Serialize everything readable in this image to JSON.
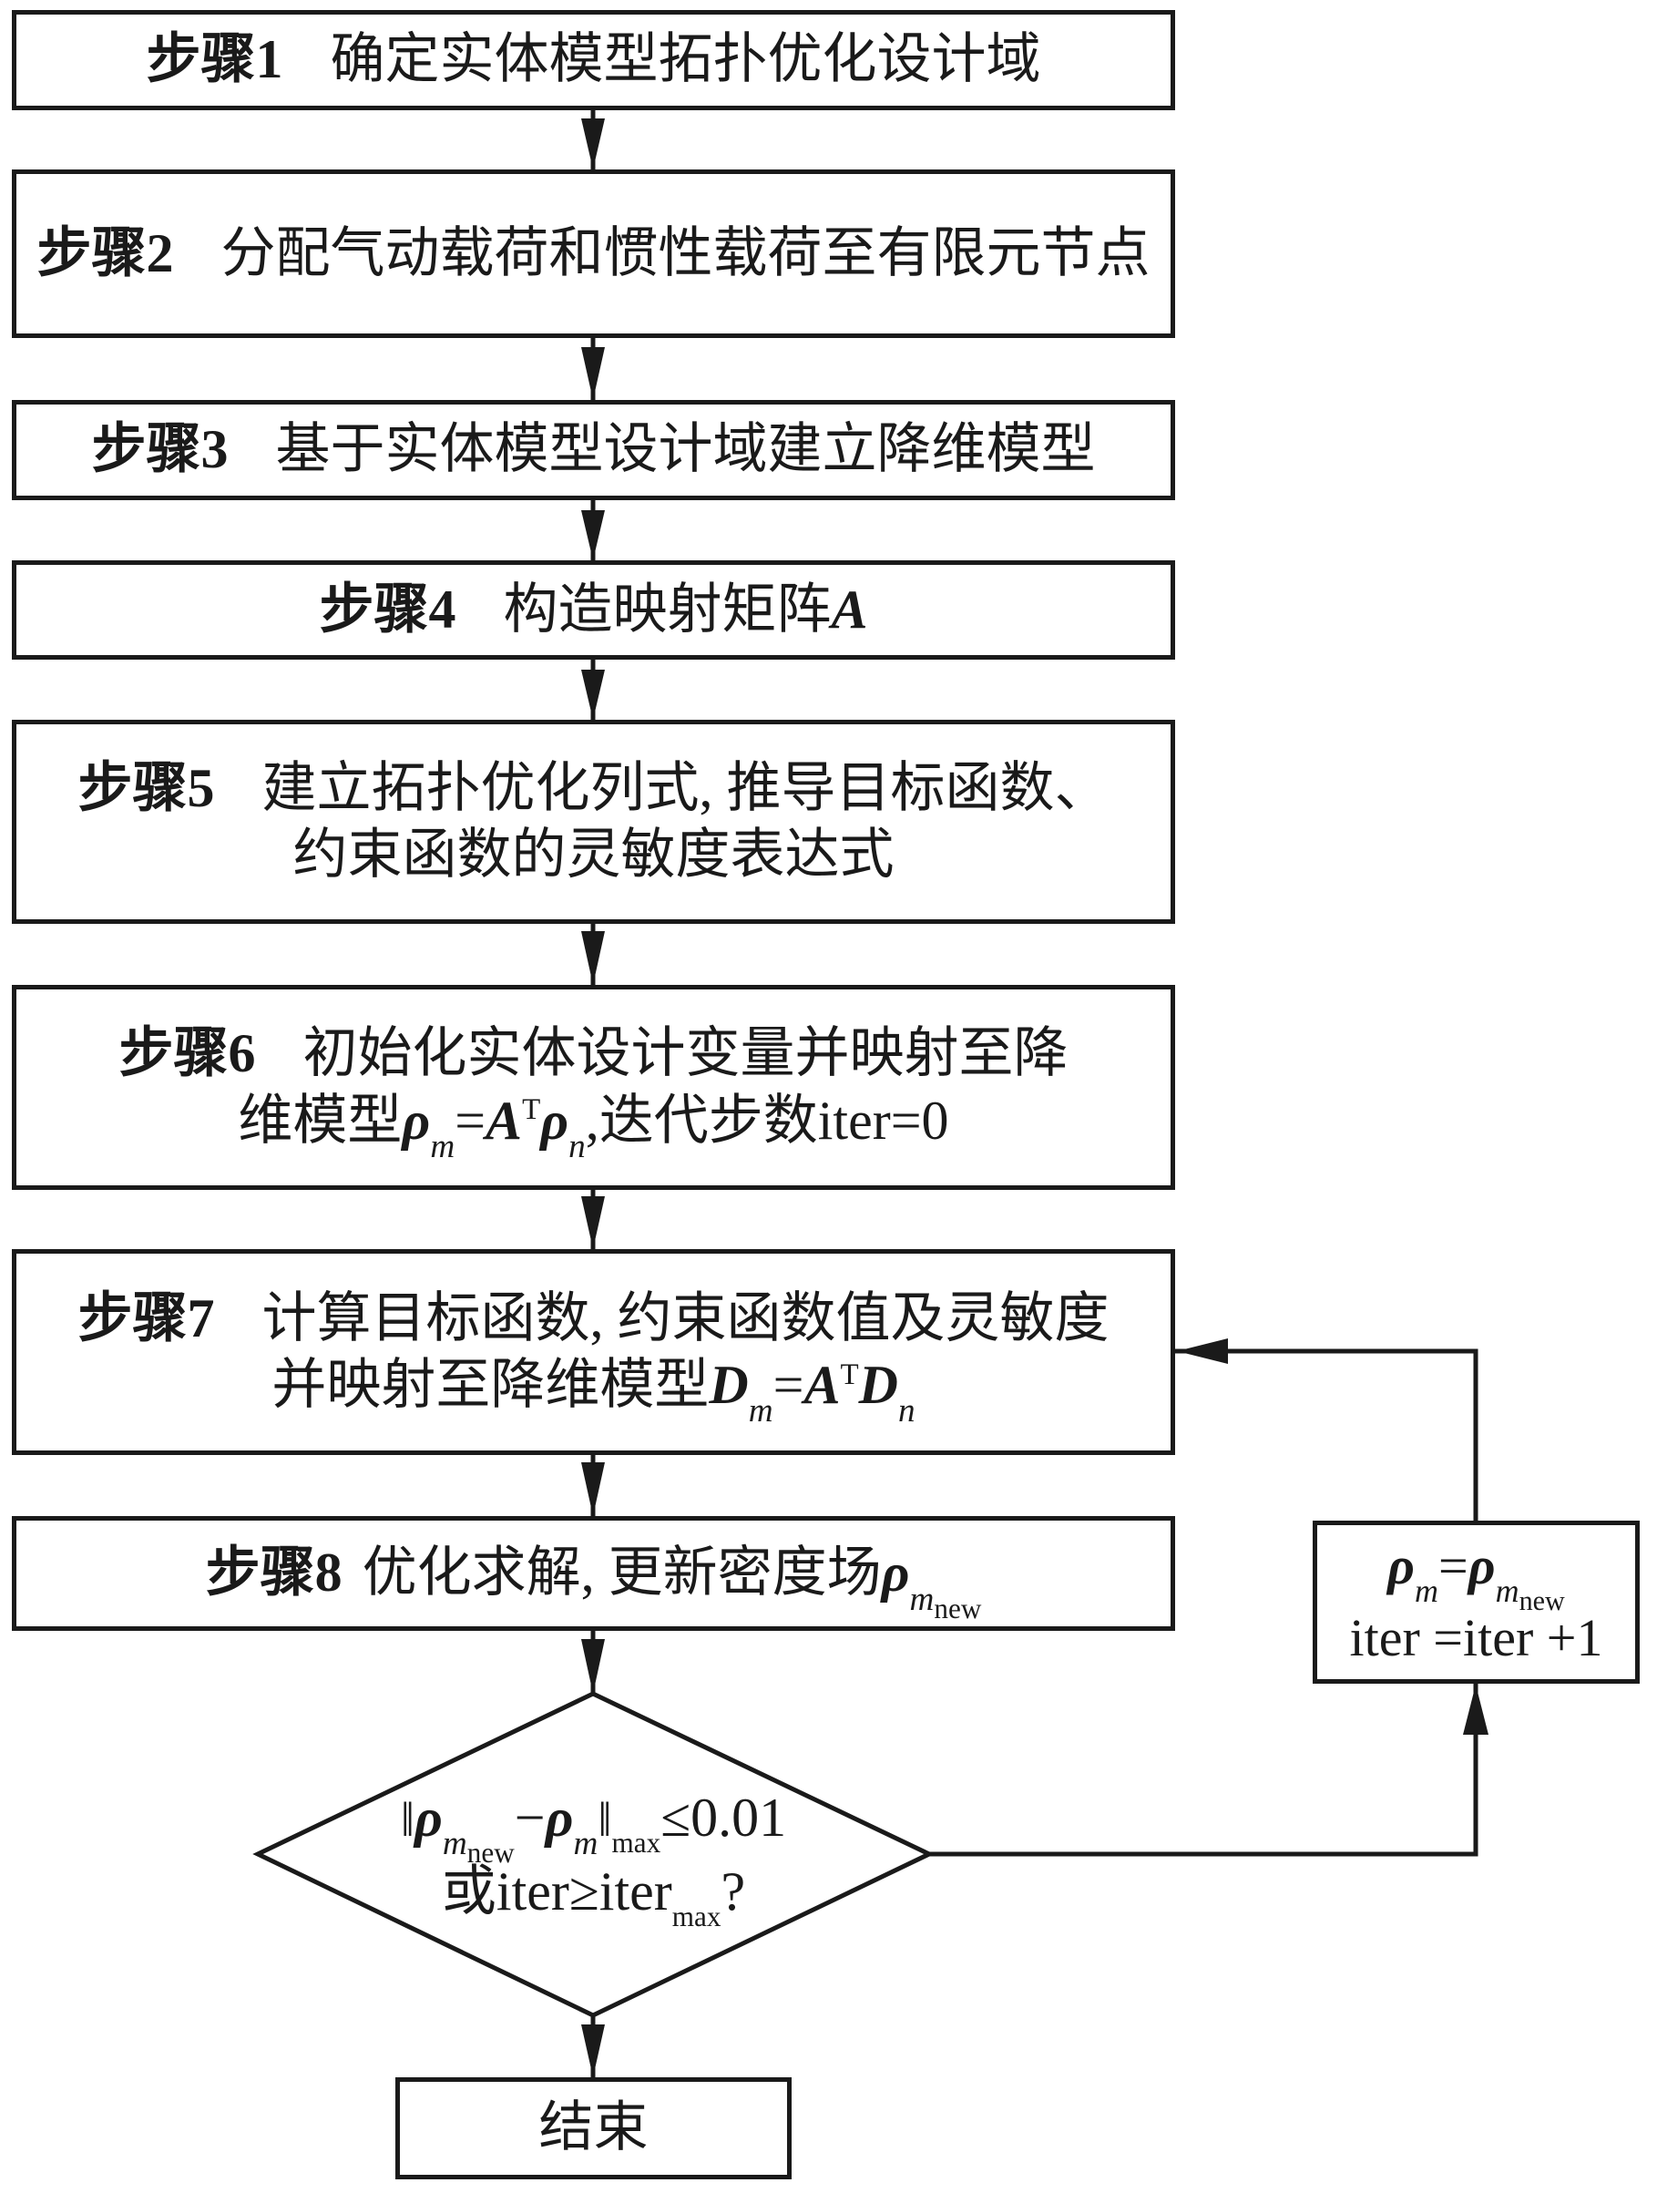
{
  "figure": {
    "type": "flowchart",
    "steps": [
      {
        "label": "步骤1",
        "lines": [
          "确定实体模型拓扑优化设计域"
        ]
      },
      {
        "label": "步骤2",
        "lines": [
          "分配气动载荷和惯性载荷至有限元节点"
        ]
      },
      {
        "label": "步骤3",
        "lines": [
          "基于实体模型设计域建立降维模型"
        ]
      },
      {
        "label": "步骤4",
        "text": "构造映射矩阵",
        "symbol": "A"
      },
      {
        "label": "步骤5",
        "lines": [
          "建立拓扑优化列式, 推导目标函数、",
          "约束函数的灵敏度表达式"
        ]
      },
      {
        "label": "步骤6",
        "line1": "初始化实体设计变量并映射至降",
        "line2": {
          "prefix": "维模型",
          "rho": "ρ",
          "sub_m": "m",
          "eq": "=",
          "A": "A",
          "T": "T",
          "sub_n": "n",
          "suffix": ",迭代步数iter=0"
        }
      },
      {
        "label": "步骤7",
        "line1": "计算目标函数, 约束函数值及灵敏度",
        "line2": {
          "prefix": "并映射至降维模型",
          "D": "D",
          "sub_m": "m",
          "eq": "=",
          "A": "A",
          "T": "T",
          "sub_n": "n"
        }
      },
      {
        "label": "步骤8",
        "text": "优化求解, 更新密度场",
        "rho": "ρ",
        "sub_m": "m",
        "sub_new": "new"
      }
    ],
    "decision": {
      "line1": {
        "norm_open": "‖",
        "rho": "ρ",
        "sub_m": "m",
        "sub_new": "new",
        "minus": "−",
        "rho2": "ρ",
        "sub_m2": "m",
        "norm_close": "‖",
        "sub_max": "max",
        "cond": "≤0.01"
      },
      "line2": {
        "prefix": "或iter≥iter",
        "sub_max": "max",
        "suffix": "?"
      }
    },
    "update_box": {
      "line1": {
        "rho": "ρ",
        "sub_m": "m",
        "eq": "=",
        "rho2": "ρ",
        "sub_m2": "m",
        "sub_new": "new"
      },
      "line2": "iter =iter +1"
    },
    "end_box": {
      "label": "结束"
    },
    "colors": {
      "stroke": "#1a1a1a",
      "background": "#ffffff"
    }
  }
}
